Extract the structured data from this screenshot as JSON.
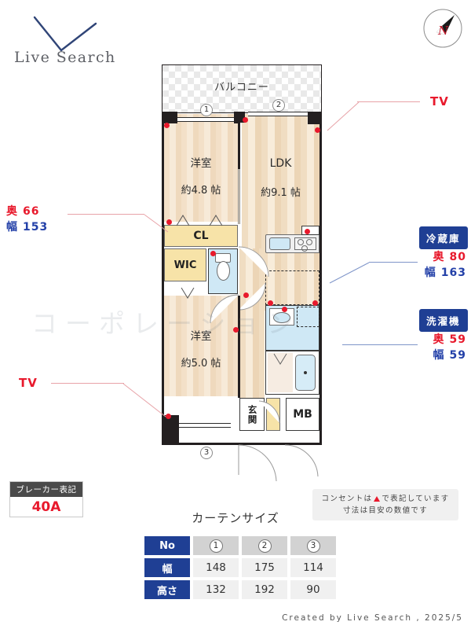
{
  "brand": {
    "logo_text": "Live Search",
    "logo_mark": "checkmark-v-icon"
  },
  "compass": {
    "label": "N",
    "icon": "compass-north-icon"
  },
  "plan": {
    "balcony_label": "バルコニー",
    "rooms": [
      {
        "name": "洋室",
        "size": "約4.8 帖"
      },
      {
        "name": "LDK",
        "size": "約9.1 帖"
      },
      {
        "name": "洋室",
        "size": "約5.0 帖"
      }
    ],
    "closet_label": "CL",
    "wic_label": "WIC",
    "entrance_label": "玄関",
    "mb_label": "MB",
    "window_numbers": [
      "1",
      "2",
      "3"
    ]
  },
  "annotations": {
    "tv_right": "TV",
    "tv_left": "TV",
    "closet_dims": {
      "depth_key": "奥",
      "depth_value": "66",
      "width_key": "幅",
      "width_value": "153"
    },
    "fridge": {
      "tag": "冷蔵庫",
      "depth_key": "奥",
      "depth_value": "80",
      "width_key": "幅",
      "width_value": "163"
    },
    "washer": {
      "tag": "洗濯機",
      "depth_key": "奥",
      "depth_value": "59",
      "width_key": "幅",
      "width_value": "59"
    }
  },
  "breaker": {
    "title": "ブレーカー表記",
    "value": "40A"
  },
  "note": {
    "line1_before": "コンセントは",
    "line1_after": "で表記しています",
    "line2": "寸法は目安の数値です"
  },
  "curtain": {
    "title": "カーテンサイズ",
    "row_headers": [
      "No",
      "幅",
      "高さ"
    ],
    "columns": [
      "1",
      "2",
      "3"
    ],
    "width_values": [
      "148",
      "175",
      "114"
    ],
    "height_values": [
      "132",
      "192",
      "90"
    ]
  },
  "watermark": "コーポレーション",
  "footer": "Created by Live Search , 2025/5",
  "colors": {
    "accent_red": "#e8192c",
    "accent_blue": "#1f3f94",
    "wall": "#231f20"
  }
}
